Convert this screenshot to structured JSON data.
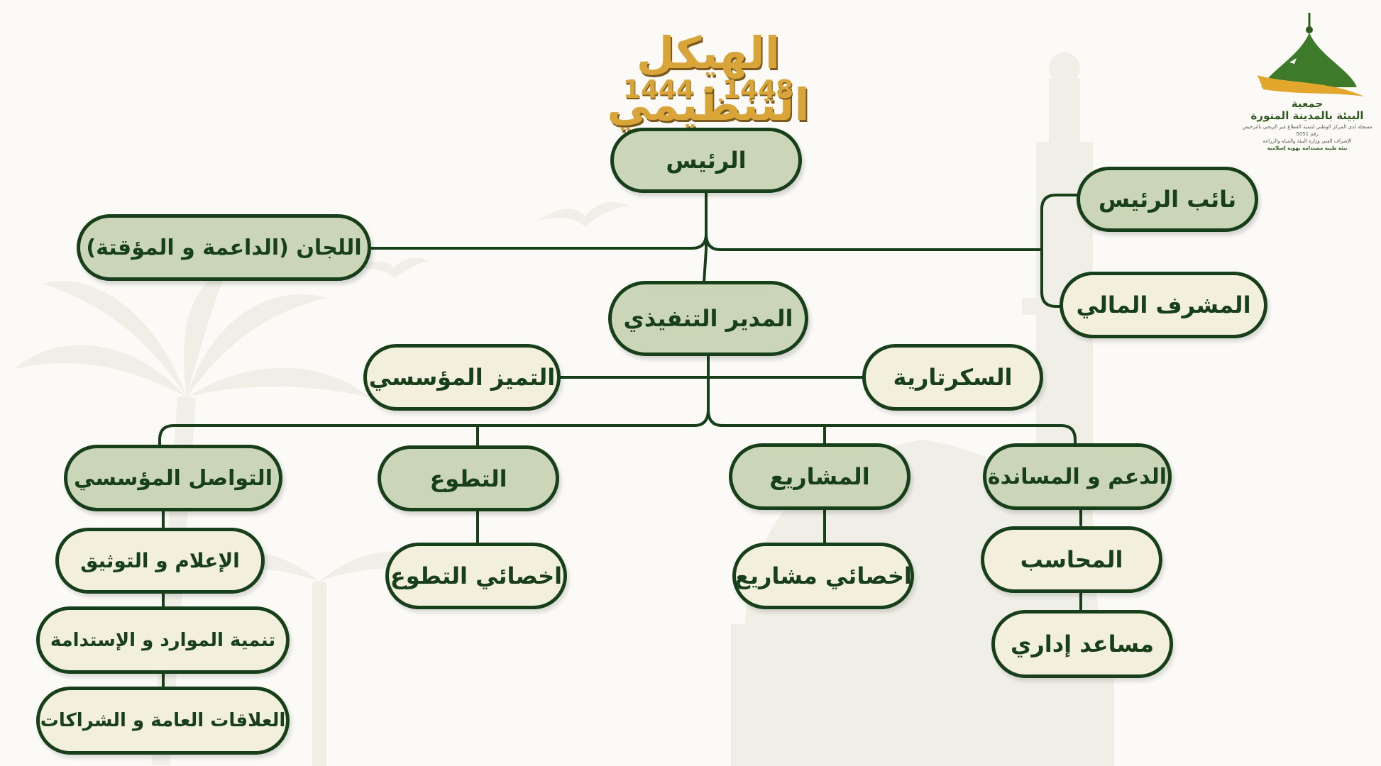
{
  "title": "الهيكل التنظيمي",
  "years": "1444 - 1448",
  "logo": {
    "name_line1": "جمعية",
    "name_line2": "البيئة بالمدينة المنورة",
    "small_line1": "مسجلة لدى المركز الوطني لتنمية القطاع غير الربحي بالترخيص رقم 5051",
    "small_line2": "الإشراف الفني وزارة البيئة والمياه والزراعة",
    "tagline": "بيئة طيبة مستدامة بهوية إسلامية"
  },
  "nodes": {
    "president": "الرئيس",
    "vice_president": "نائب الرئيس",
    "committees": "اللجان (الداعمة و المؤقتة)",
    "financial_supervisor": "المشرف المالي",
    "executive_director": "المدير التنفيذي",
    "institutional_excellence": "التميز المؤسسي",
    "secretariat": "السكرتارية",
    "institutional_communication": "التواصل المؤسسي",
    "volunteering": "التطوع",
    "projects": "المشاريع",
    "support": "الدعم و المساندة",
    "media_documentation": "الإعلام و التوثيق",
    "volunteer_specialist": "اخصائي التطوع",
    "projects_specialist": "اخصائي مشاريع",
    "accountant": "المحاسب",
    "resource_development": "تنمية الموارد و الإستدامة",
    "admin_assistant": "مساعد إداري",
    "public_relations": "العلاقات العامة و الشراكات"
  },
  "colors": {
    "title_gold": "#d9a438",
    "node_border": "#173f1a",
    "node_dark_fill": "#cbd6b9",
    "node_light_fill": "#f3efdd",
    "background": "#fbfaf6"
  }
}
